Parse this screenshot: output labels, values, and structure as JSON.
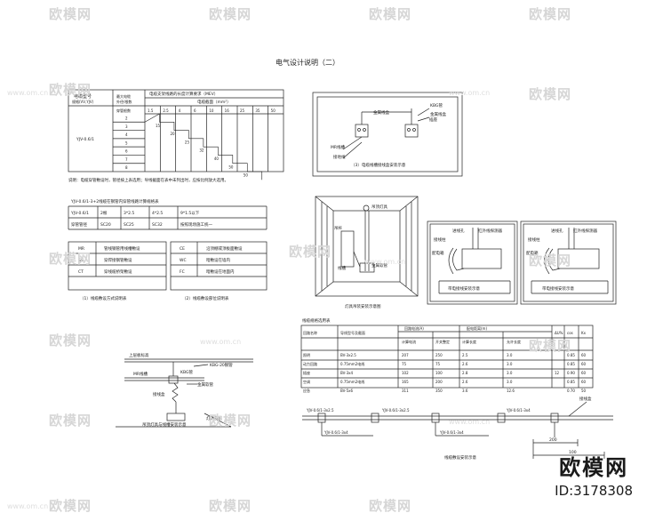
{
  "sheet_title": "电气设计说明（二）",
  "watermark": {
    "brand": "欧模网",
    "url": "www.om.cn"
  },
  "brand_mark": {
    "name": "欧模网",
    "id": "ID:3178308"
  },
  "table_a": {
    "head_col1": "电缆型号",
    "head_col1b": "规格(VV,YJV)",
    "head_col2": "最大电缆",
    "head_col2b": "外径/根数",
    "head_top": "电缆支架线路的长度计算要求（MEV）",
    "head_sub": "电缆截面（mm²）",
    "head_misc": "穿管根数",
    "row_label": "YJV-0.6/1",
    "columns": [
      "1.5",
      "2.5",
      "4",
      "6",
      "10",
      "16",
      "25",
      "35",
      "50"
    ],
    "rows": [
      "2",
      "3",
      "4",
      "5",
      "6",
      "7",
      "8"
    ],
    "cells": [
      "15",
      "20",
      "25",
      "32",
      "40",
      "50",
      "50"
    ],
    "note": "说明：电缆穿管敷设时，管径按上表选用；导线截面在表中未列出时，应按比例放大选用。"
  },
  "table_b": {
    "title": "YJV-0.6/1-3+2线缆在钢管内穿管线路计算规格表",
    "rows": [
      [
        "YJV-0.6/1",
        "2根",
        "3*2.5",
        "4*2.5",
        "9*1.5以下"
      ],
      [
        "穿管管径",
        "SC20",
        "SC25",
        "SC32",
        "按照现场施工统一"
      ]
    ]
  },
  "legend_left": {
    "rows": [
      [
        "MR",
        "管线钢管用线槽敷设"
      ],
      [
        "SC",
        "穿焊接钢管敷设"
      ],
      [
        "CT",
        "穿线缆桥架敷设"
      ]
    ],
    "caption": "（1）线缆敷设方式说明表"
  },
  "legend_right": {
    "rows": [
      [
        "CE",
        "沿顶棚或顶板面敷设"
      ],
      [
        "WC",
        "暗敷设在墙内"
      ],
      [
        "FC",
        "暗敷设在地面内"
      ]
    ],
    "caption": "（2）线缆敷设部位说明表"
  },
  "detail_socket": {
    "labels": [
      "KBG管",
      "金属线盒",
      "插座",
      "MR线槽",
      "金属线盒",
      "接地线"
    ],
    "caption": "（3）电缆线槽接线盒安装示意"
  },
  "detail_box": {
    "labels": [
      "吊顶灯具",
      "吊杆",
      "线槽",
      "金属软管"
    ],
    "caption": "灯具吊装安装示意图"
  },
  "detail_tray_left": {
    "labels": [
      "进线孔",
      "红外线探测器",
      "接线柱",
      "配电箱"
    ],
    "caption": "带电接线安装示意"
  },
  "detail_tray_right": {
    "labels": [
      "进线孔",
      "红外线探测器",
      "接线柱",
      "配电箱"
    ],
    "caption": "带电接线安装示意"
  },
  "table_c": {
    "title": "线缆规格选用表",
    "headers": [
      "回路名称",
      "导线型号及截面",
      "回路电流(A)",
      "额定电流(A)",
      "配电距离(m)",
      "电压损失",
      "ΔU%",
      "cos",
      "Kx"
    ],
    "sub_headers": [
      "",
      "",
      "计算电流",
      "开关整定",
      "计算长度",
      "允许长度",
      "",
      "",
      ""
    ],
    "rows": [
      [
        "照明",
        "BV-3x2.5",
        "207",
        "250",
        "2.5",
        "3.0",
        "",
        "0.85",
        "60"
      ],
      [
        "动力回路",
        "0.75mm2电线",
        "75",
        "75",
        "2.6",
        "3.0",
        "",
        "0.85",
        "60"
      ],
      [
        "插座",
        "BV-3x4",
        "102",
        "100",
        "2.8",
        "3.0",
        "12",
        "0.90",
        "60"
      ],
      [
        "空调",
        "0.75mm2电线",
        "165",
        "200",
        "2.6",
        "3.0",
        "",
        "0.85",
        "60"
      ],
      [
        "应急",
        "BV-5x6",
        "311",
        "350",
        "3.6",
        "12.6",
        "",
        "0.70",
        "50"
      ]
    ]
  },
  "detail_ceiling": {
    "labels": [
      "上层板标高",
      "MR线槽",
      "KBG管",
      "KBG-20钢管",
      "金属软管",
      "接线盒",
      "灯具安装"
    ],
    "caption": "吊顶灯具与线槽安装示意"
  },
  "detail_pipe": {
    "labels": [
      "YJV-0.6/1-3x2.5",
      "YJV-0.6/1-3x2.5",
      "YJV-0.6/1-3x4",
      "YJV-0.6/1-3x4",
      "YJV-0.6/1-3x4",
      "接线盒",
      "200",
      "100"
    ],
    "caption": "线缆敷设安装示意"
  }
}
